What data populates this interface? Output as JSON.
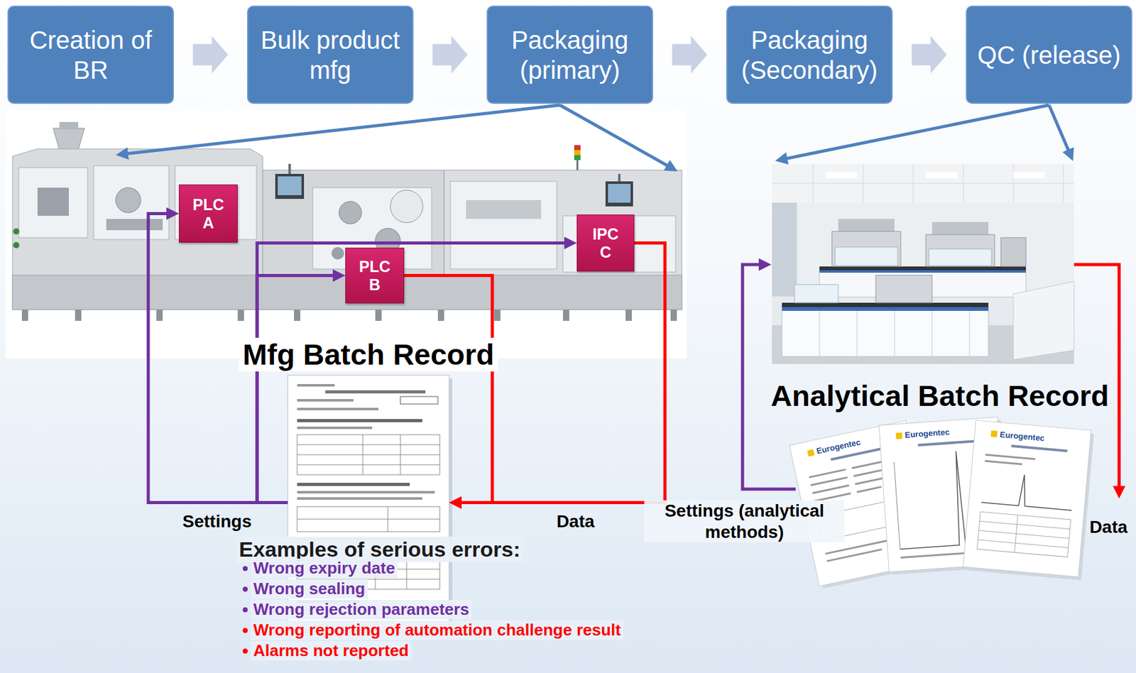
{
  "diagram": {
    "nodes": [
      {
        "text": [
          "Creation of BR"
        ]
      },
      {
        "text": [
          "Bulk product mfg"
        ]
      },
      {
        "text": [
          "Packaging (primary)"
        ]
      },
      {
        "text": [
          "Packaging (Secondary)"
        ]
      },
      {
        "text": [
          "QC (release)"
        ]
      },
      {
        "text": [
          "PLC A"
        ]
      },
      {
        "text": [
          "IPC C"
        ]
      },
      {
        "text": [
          "PLC B"
        ]
      },
      {
        "text": [
          "Mfg Batch Record"
        ]
      },
      {
        "text": [
          "Analytical Batch Record"
        ]
      }
    ],
    "edges": [
      {
        "from": 0,
        "to": 1,
        "arrow": "to"
      },
      {
        "from": 1,
        "to": 2,
        "arrow": "to"
      },
      {
        "from": 2,
        "to": 3,
        "arrow": "to"
      },
      {
        "from": 3,
        "to": 4,
        "arrow": "to"
      },
      {
        "from": 8,
        "to": 5,
        "arrow": "to"
      },
      {
        "from": 8,
        "to": 7,
        "arrow": "to"
      },
      {
        "from": 8,
        "to": 6,
        "arrow": "to"
      },
      {
        "from": 7,
        "to": 8,
        "arrow": "to"
      },
      {
        "from": 6,
        "to": 8,
        "arrow": "to"
      }
    ],
    "labels": [
      "Settings",
      "Data",
      "Examples of serious errors:",
      "Wrong expiry date",
      "Wrong sealing",
      "Wrong rejection parameters",
      "Wrong reporting of automation challenge result",
      "Alarms not reported",
      "Eurogentec",
      "Eurogentec",
      "Eurogentec",
      "Settings (analytical methods)",
      "Data"
    ]
  }
}
